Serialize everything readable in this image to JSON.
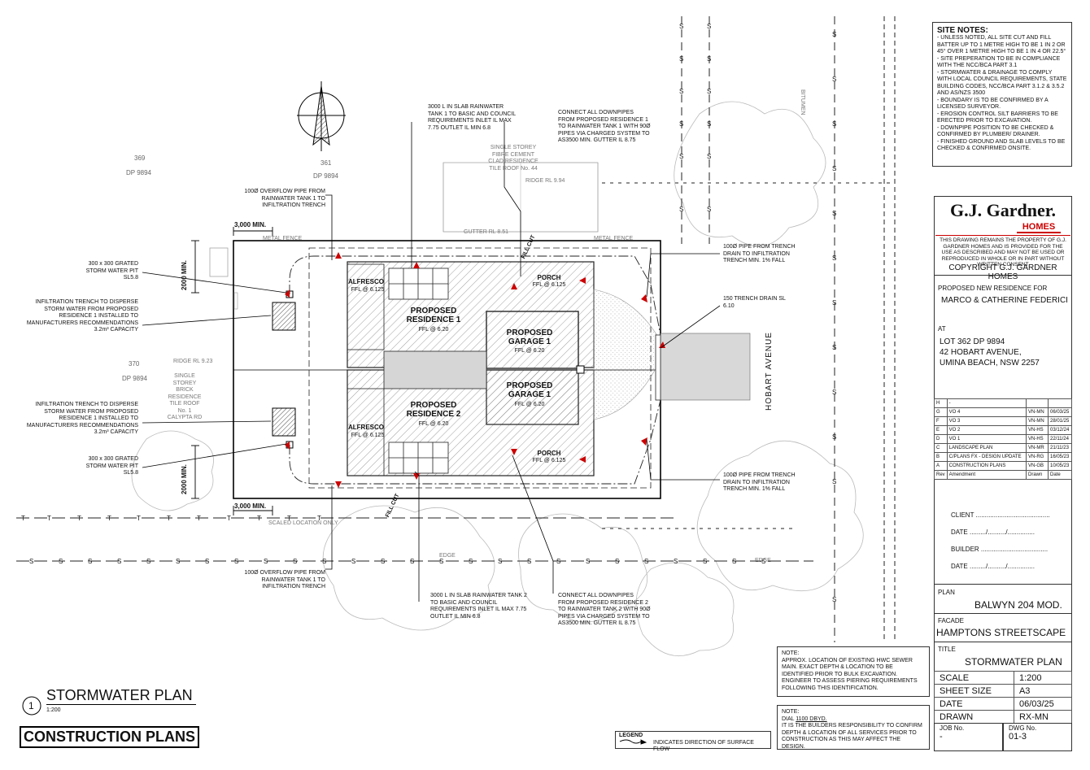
{
  "site_notes": {
    "title": "SITE NOTES:",
    "items": [
      "- UNLESS NOTED, ALL SITE CUT AND FILL BATTER UP TO 1 METRE  HIGH TO BE 1 IN 2 OR 45° OVER 1 METRE HIGH TO BE 1 IN 4 OR  22.5°",
      "- SITE PREPERATION TO BE IN COMPLIANCE WITH THE NCC/BCA PART 3.1",
      "- STORMWATER & DRAINAGE TO COMPLY WITH LOCAL COUNCIL REQUIREMENTS, STATE BUILDING CODES, NCC/BCA PART 3.1.2 & 3.5.2 AND AS/NZS 3500",
      "- BOUNDARY IS TO BE CONFIRMED BY A LICENSED SURVEYOR.",
      "- EROSION CONTROL SILT BARRIERS TO BE ERECTED PRIOR TO EXCAVATION.",
      "- DOWNPIPE POSITION TO BE CHECKED & CONFIRMED BY PLUMBER/  DRAINER.",
      "- FINISHED GROUND AND SLAB LEVELS TO BE CHECKED & CONFIRMED  ONSITE."
    ]
  },
  "brand": {
    "name": "G.J. Gardner.",
    "sub": "HOMES",
    "disclaimer": "THIS DRAWING REMAINS THE PROPERTY OF G.J. GARDNER HOMES AND IS  PROVIDED FOR THE USE AS DESCRIBED AND MAY NOT BE USED OR  REPRODUCED IN WHOLE OR IN PART WITHOUT WRITTEN CONSENT",
    "copyright": "COPYRIGHT G.J. GARDNER HOMES"
  },
  "project": {
    "heading": "PROPOSED NEW RESIDENCE FOR",
    "client": "MARCO & CATHERINE FEDERICI",
    "at": "AT",
    "lot": "LOT 362 DP 9894",
    "street": "42 HOBART AVENUE,",
    "suburb": "UMINA BEACH, NSW 2257"
  },
  "revisions": {
    "rows": [
      {
        "rev": "H",
        "amend": "-",
        "drawn": "",
        "date": ""
      },
      {
        "rev": "G",
        "amend": "VO 4",
        "drawn": "VN-MN",
        "date": "06/03/25"
      },
      {
        "rev": "F",
        "amend": "VO 3",
        "drawn": "VN-MN",
        "date": "28/01/25"
      },
      {
        "rev": "E",
        "amend": "VO 2",
        "drawn": "VN-HS",
        "date": "03/12/24"
      },
      {
        "rev": "D",
        "amend": "VO 1",
        "drawn": "VN-HS",
        "date": "22/11/24"
      },
      {
        "rev": "C",
        "amend": "LANDSCAPE PLAN",
        "drawn": "VN-MR",
        "date": "21/11/23"
      },
      {
        "rev": "B",
        "amend": "C/PLANS FX - DESIGN UPDATE",
        "drawn": "VN-RG",
        "date": "16/05/23"
      },
      {
        "rev": "A",
        "amend": "CONSTRUCTION PLANS",
        "drawn": "VN-GB",
        "date": "10/05/23"
      }
    ],
    "h_rev": "Rev",
    "h_amend": "Amendment",
    "h_drawn": "Drawn",
    "h_date": "Date"
  },
  "signoff": {
    "client": "CLIENT .........................................",
    "date1": "DATE ........./........../...............",
    "builder": "BUILDER .....................................",
    "date2": "DATE ........./........../..............."
  },
  "titleblock": {
    "plan_label": "PLAN",
    "plan_value": "BALWYN 204 MOD.",
    "facade_label": "FACADE",
    "facade_value": "HAMPTONS STREETSCAPE",
    "title_label": "TITLE",
    "title_value": "STORMWATER PLAN",
    "scale_label": "SCALE",
    "scale_value": "1:200",
    "sheet_label": "SHEET SIZE",
    "sheet_value": "A3",
    "date_label": "DATE",
    "date_value": "06/03/25",
    "drawn_label": "DRAWN",
    "drawn_value": "RX-MN",
    "job_label": "JOB No.",
    "job_value": "-",
    "dwg_label": "DWG No.",
    "dwg_value": "01-3"
  },
  "drawing_title": {
    "number": "1",
    "title": "STORMWATER PLAN",
    "scale": "1:200",
    "stamp": "CONSTRUCTION PLANS"
  },
  "note_sewer": {
    "title": "NOTE:",
    "text": "APPROX. LOCATION OF EXISTING HWC SEWER MAIN. EXACT DEPTH & LOCATION TO BE IDENTIFIED PRIOR TO BULK EXCAVATION. ENGINEER TO ASSESS PIERING REQUIREMENTS FOLLOWING THIS IDENTIFICATION."
  },
  "note_dbyd": {
    "title": "NOTE:",
    "dial": "DIAL",
    "dial_no": "1100 DBYD.",
    "text": "IT IS THE BUILDERS RESPONSIBILITY TO CONFIRM DEPTH & LOCATION OF ALL SERVICES PRIOR TO CONSTRUCTION AS THIS MAY AFFECT THE  DESIGN."
  },
  "legend": {
    "title": "LEGEND",
    "text": "INDICATES DIRECTION OF SURFACE FLOW"
  },
  "plan": {
    "rooms": {
      "alfresco1": "ALFRESCO",
      "alfresco1_ffl": "FFL @ 6.125",
      "res1": "PROPOSED RESIDENCE 1",
      "res1_ffl": "FFL @ 6.20",
      "garage1a": "PROPOSED GARAGE 1",
      "garage1a_ffl": "FFL @ 6.20",
      "porch1": "PORCH",
      "porch1_ffl": "FFL @ 6.125",
      "garage1b": "PROPOSED GARAGE 1",
      "garage1b_ffl": "FFL @ 6.20",
      "res2": "PROPOSED RESIDENCE 2",
      "res2_ffl": "FFL @ 6.20",
      "alfresco2": "ALFRESCO",
      "alfresco2_ffl": "FFL @ 6.125",
      "porch2": "PORCH",
      "porch2_ffl": "FFL @ 6.125"
    },
    "lots": {
      "l369": "369",
      "dp369": "DP 9894",
      "l361": "361",
      "dp361": "DP 9894",
      "l370": "370",
      "dp370": "DP 9894"
    },
    "dims": {
      "d3000_top": "3,000 MIN.",
      "d2000_top": "2000 MIN.",
      "d2000_bot": "2000 MIN.",
      "d3000_bot": "3,000 MIN."
    },
    "street": "HOBART   AVENUE",
    "fill_cut": "FILL CUT",
    "callouts": {
      "tank1": "3000 L IN SLAB RAINWATER TANK 1 TO BASIC AND COUNCIL REQUIREMENTS INLET IL MAX 7.75 OUTLET IL MIN 6.8",
      "downpipes1": "CONNECT ALL DOWNPIPES FROM PROPOSED RESIDENCE 1 TO RAINWATER TANK 1 WITH 90Ø PIPES VIA CHARGED SYSTEM TO AS3500 MIN. GUTTER IL 8.75",
      "overflow1": "100Ø OVERFLOW PIPE FROM RAINWATER TANK 1 TO INFILTRATION TRENCH",
      "pit1": "300 x 300 GRATED STORM WATER PIT SL5.8",
      "trench1": "INFILTRATION TRENCH TO DISPERSE STORM WATER FROM PROPOSED RESIDENCE 1 INSTALLED TO MANUFACTURERS RECOMMENDATIONS",
      "trench1_cap": "3.2m³ CAPACITY",
      "trench2": "INFILTRATION TRENCH TO DISPERSE STORM WATER FROM PROPOSED RESIDENCE 1 INSTALLED TO MANUFACTURERS RECOMMENDATIONS",
      "trench2_cap": "3.2m³ CAPACITY",
      "pit2": "300 x 300 GRATED STORM WATER PIT SL5.8",
      "drain_top": "100Ø PIPE FROM TRENCH DRAIN TO INFILTRATION TRENCH MIN. 1% FALL",
      "trench_drain": "150 TRENCH DRAIN SL 6.10",
      "drain_bot": "100Ø PIPE FROM TRENCH DRAIN TO INFILTRATION TRENCH MIN. 1% FALL",
      "overflow2": "100Ø OVERFLOW PIPE FROM RAINWATER TANK 1 TO INFILTRATION TRENCH",
      "tank2": "3000 L IN SLAB RAINWATER TANK 2 TO BASIC AND COUNCIL REQUIREMENTS INLET IL MAX 7.75 OUTLET IL MIN 6.8",
      "downpipes2": "CONNECT ALL DOWNPIPES FROM PROPOSED RESIDENCE 2 TO RAINWATER TANK 2 WITH 90Ø PIPES VIA CHARGED SYSTEM TO AS3500 MIN. GUTTER IL 8.75"
    },
    "neighbours": {
      "n1": "SINGLE STOREY FIBRE CEMENT CLAD RESIDENCE TILE ROOF No. 44",
      "n2": "SINGLE STOREY BRICK RESIDENCE TILE ROOF No. 1 CALYPTA RD"
    },
    "misc": {
      "metal_fence": "METAL FENCE",
      "metal_fence2": "METAL FENCE",
      "gutter": "GUTTER RL 8.51",
      "ridge1": "RIDGE RL 9.94",
      "ridge2": "RIDGE RL 9.23",
      "bitumen": "BITUMEN",
      "edge": "EDGE",
      "edge2": "EDGE",
      "sld": "SCALED LOCATION ONLY"
    }
  }
}
